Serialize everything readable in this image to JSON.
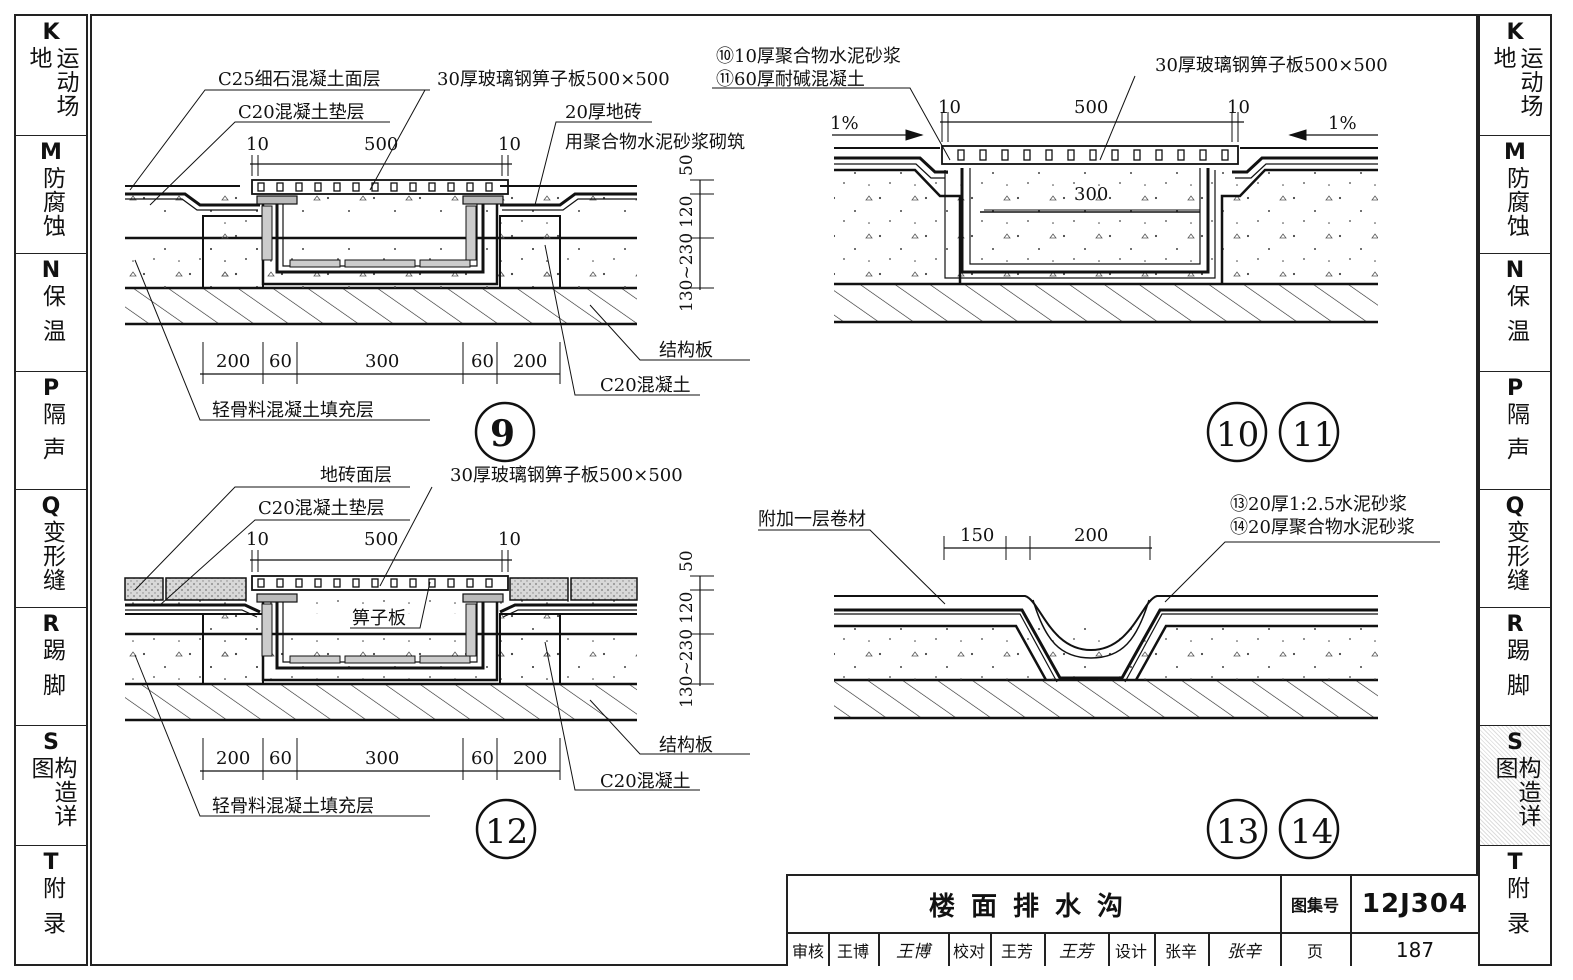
{
  "sidebar": [
    {
      "letter": "K",
      "chars": "运动场地"
    },
    {
      "letter": "M",
      "chars": "防腐蚀"
    },
    {
      "letter": "N",
      "chars": "保温"
    },
    {
      "letter": "P",
      "chars": "隔声"
    },
    {
      "letter": "Q",
      "chars": "变形缝"
    },
    {
      "letter": "R",
      "chars": "踢脚"
    },
    {
      "letter": "S",
      "chars": "构造详图"
    },
    {
      "letter": "T",
      "chars": "附录"
    }
  ],
  "detail9": {
    "badge": "9",
    "labels": {
      "topping": "C25细石混凝土面层",
      "cushion": "C20混凝土垫层",
      "grate": "30厚玻璃钢箅子板500×500",
      "tile": "20厚地砖",
      "tile_mortar": "用聚合物水泥砂浆砌筑",
      "slab": "结构板",
      "concrete": "C20混凝土",
      "filler": "轻骨料混凝土填充层"
    },
    "dims": {
      "top": [
        "10",
        "500",
        "10"
      ],
      "bottom": [
        "200",
        "60",
        "300",
        "60",
        "200"
      ],
      "right": [
        "50",
        "120",
        "130~230"
      ]
    }
  },
  "detail10_11": {
    "badges": [
      "10",
      "11"
    ],
    "labels": {
      "mortar": "⑩10厚聚合物水泥砂浆",
      "concrete": "⑪60厚耐碱混凝土",
      "grate": "30厚玻璃钢箅子板500×500",
      "slope_l": "1%",
      "slope_r": "1%"
    },
    "dims": {
      "top": [
        "10",
        "500",
        "10"
      ],
      "inner": "300"
    }
  },
  "detail12": {
    "badge": "12",
    "labels": {
      "tile": "地砖面层",
      "cushion": "C20混凝土垫层",
      "grate": "30厚玻璃钢箅子板500×500",
      "grate_short": "箅子板",
      "slab": "结构板",
      "concrete": "C20混凝土",
      "filler": "轻骨料混凝土填充层"
    },
    "dims": {
      "top": [
        "10",
        "500",
        "10"
      ],
      "bottom": [
        "200",
        "60",
        "300",
        "60",
        "200"
      ],
      "right": [
        "50",
        "120",
        "130~230"
      ]
    }
  },
  "detail13_14": {
    "badges": [
      "13",
      "14"
    ],
    "labels": {
      "membrane": "附加一层卷材",
      "mortar13": "⑬20厚1:2.5水泥砂浆",
      "mortar14": "⑭20厚聚合物水泥砂浆"
    },
    "dims": [
      "150",
      "200"
    ]
  },
  "titleblock": {
    "title": "楼面排水沟",
    "atlas_label": "图集号",
    "atlas_no": "12J304",
    "review_label": "审核",
    "reviewer": "王博",
    "review_sig": "王博",
    "check_label": "校对",
    "checker": "王芳",
    "check_sig": "王芳",
    "design_label": "设计",
    "designer": "张辛",
    "design_sig": "张辛",
    "page_label": "页",
    "page_no": "187"
  }
}
